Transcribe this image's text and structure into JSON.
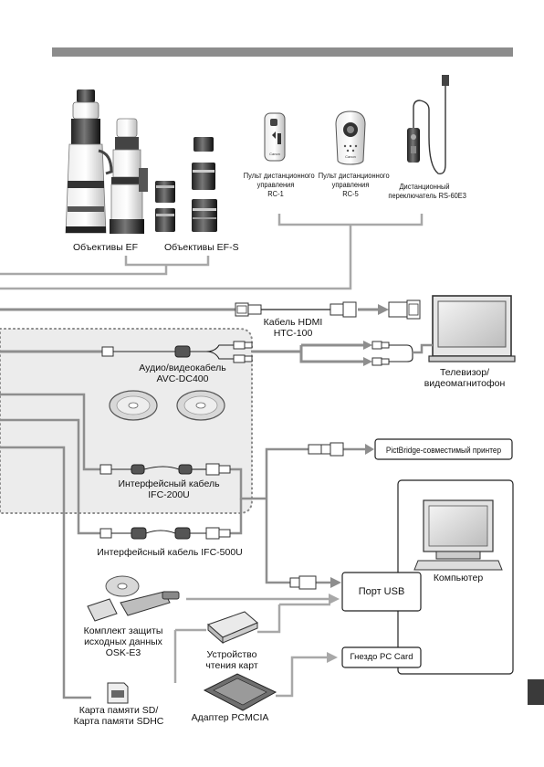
{
  "header_bar_color": "#8c8c8c",
  "labels": {
    "lenses_ef": "Объективы EF",
    "lenses_efs": "Объективы EF-S",
    "rc1": [
      "Пульт дистанционного",
      "управления",
      "RC-1"
    ],
    "rc5": [
      "Пульт дистанционного",
      "управления",
      "RC-5"
    ],
    "rs60": [
      "Дистанционный",
      "переключатель RS-60E3"
    ],
    "hdmi": [
      "Кабель HDMI",
      "HTC-100"
    ],
    "av_cable": [
      "Аудио/видеокабель",
      "AVC-DC400"
    ],
    "tv": [
      "Телевизор/",
      "видеомагнитофон"
    ],
    "printer": "PictBridge-совместимый принтер",
    "ifc200": [
      "Интерфейсный кабель",
      "IFC-200U"
    ],
    "ifc500": "Интерфейсный кабель IFC-500U",
    "computer": "Компьютер",
    "usb_port": "Порт USB",
    "pccard_slot": "Гнездо PC Card",
    "osk": [
      "Комплект защиты",
      "исходных данных",
      "OSK-E3"
    ],
    "reader": [
      "Устройство",
      "чтения карт"
    ],
    "sd": [
      "Карта памяти SD/",
      "Карта памяти SDHC"
    ],
    "pcmcia": "Адаптер PCMCIA"
  },
  "device_text": {
    "rc1_brand": "Canon",
    "rc5_brand": "Canon"
  },
  "icons": [
    "lens-icon",
    "remote-icon",
    "hdmi-plug-icon",
    "tv-icon",
    "rca-plug-icon",
    "cd-icon",
    "usb-plug-icon",
    "computer-icon",
    "card-reader-icon",
    "sd-card-icon",
    "pcmcia-adapter-icon"
  ]
}
